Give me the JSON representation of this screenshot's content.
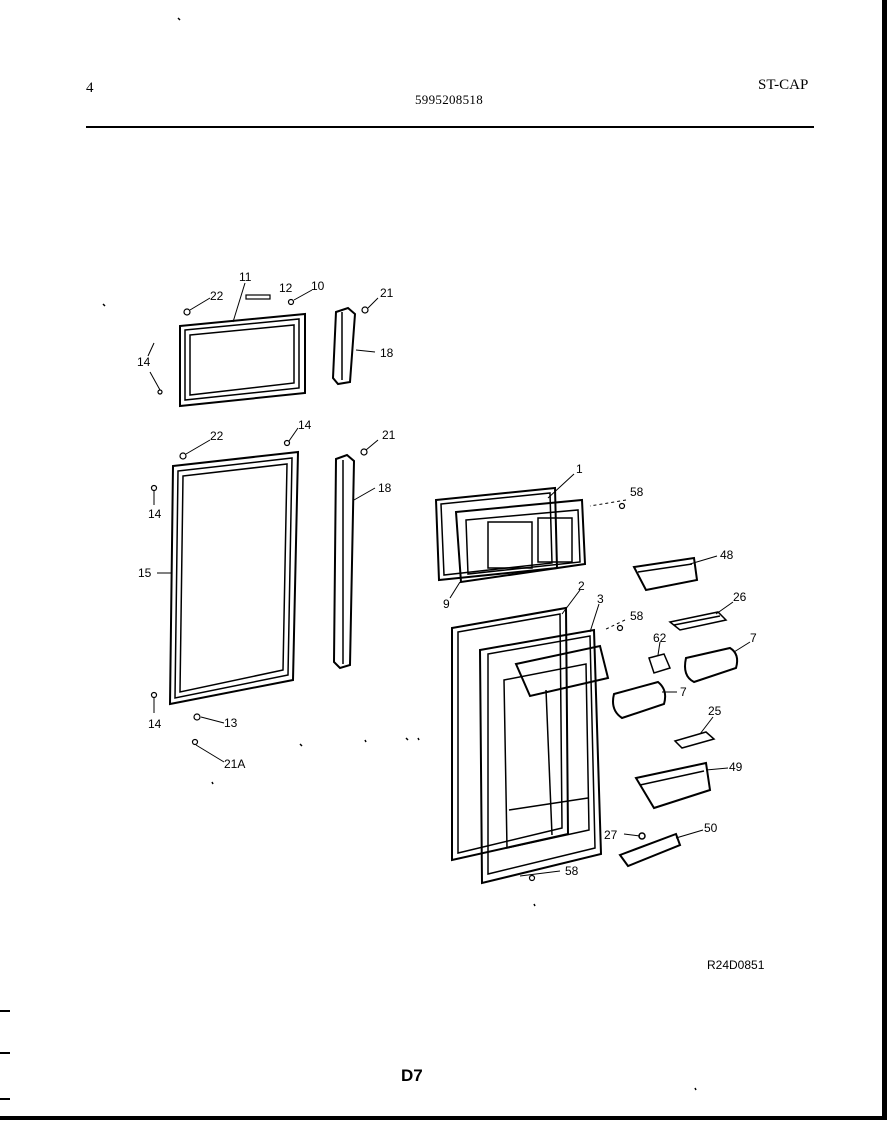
{
  "header": {
    "page_number": "4",
    "part_number": "5995208518",
    "model": "ST-CAP"
  },
  "labels": {
    "l11": "11",
    "l12": "12",
    "l10": "10",
    "l22a": "22",
    "l14a": "14",
    "l21a": "21",
    "l18a": "18",
    "l22b": "22",
    "l14b": "14",
    "l21b": "21",
    "l18b": "18",
    "l14c": "14",
    "l15": "15",
    "l14d": "14",
    "l13": "13",
    "l21A": "21A",
    "l1": "1",
    "l58a": "58",
    "l9": "9",
    "l48": "48",
    "l26": "26",
    "l2": "2",
    "l3": "3",
    "l58b": "58",
    "l62": "62",
    "l7a": "7",
    "l7b": "7",
    "l25": "25",
    "l49": "49",
    "l27": "27",
    "l50": "50",
    "l58c": "58"
  },
  "footer": {
    "reference_code": "R24D0851",
    "diagram_code": "D7"
  }
}
